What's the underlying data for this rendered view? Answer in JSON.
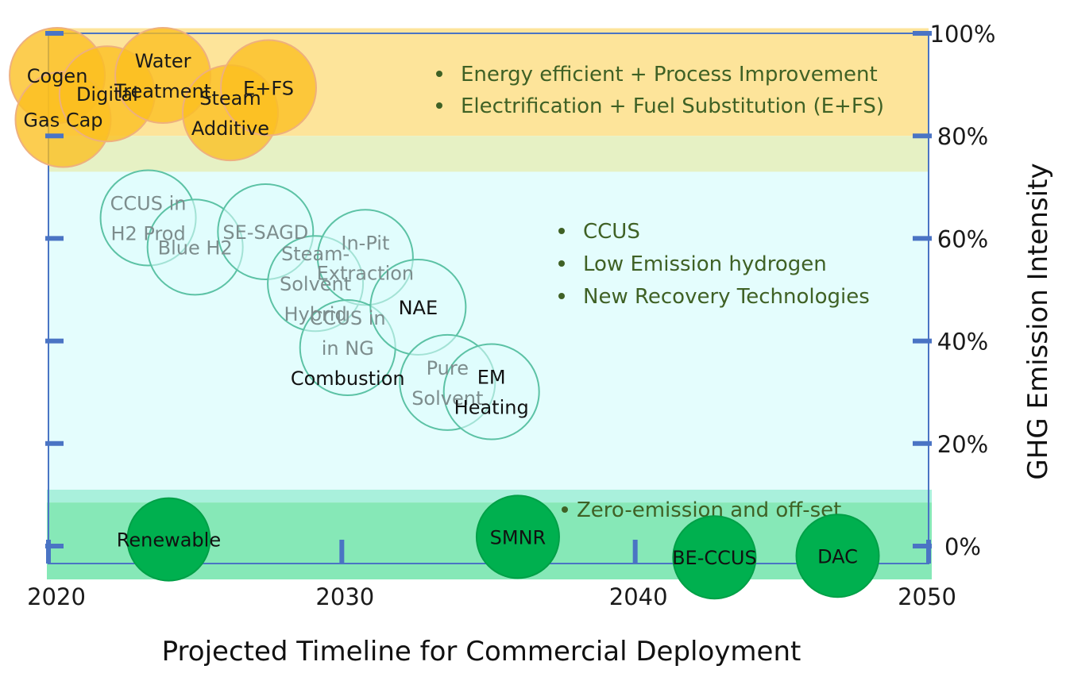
{
  "chart_data": {
    "type": "scatter",
    "title": "",
    "xlabel": "Projected Timeline for Commercial Deployment",
    "ylabel": "GHG Emission Intensity",
    "xlim": [
      2020,
      2050
    ],
    "ylim": [
      -6,
      100
    ],
    "x_ticks": [
      "2020",
      "2030",
      "2040",
      "2050"
    ],
    "y_ticks": [
      "0%",
      "20%",
      "40%",
      "60%",
      "80%",
      "100%"
    ],
    "y_axis_side": "right",
    "bands": [
      {
        "name": "top",
        "y_from": 80,
        "y_to": 101,
        "color": "#fde49a"
      },
      {
        "name": "transition",
        "y_from": 73,
        "y_to": 80,
        "color": "#e6f1c4"
      },
      {
        "name": "middle",
        "y_from": 11,
        "y_to": 73,
        "color": "#e4fdfd"
      },
      {
        "name": "bottom-light",
        "y_from": 8.5,
        "y_to": 11,
        "color": "#a9f0dc"
      },
      {
        "name": "bottom",
        "y_from": -6.5,
        "y_to": 8.5,
        "color": "#86e8b7"
      }
    ],
    "band_bullets": [
      {
        "group": "top",
        "items": [
          "Energy efficient + Process Improvement",
          "Electrification + Fuel Substitution (E+FS)"
        ],
        "color": "#3f6125"
      },
      {
        "group": "middle",
        "items": [
          "CCUS",
          "Low Emission hydrogen",
          "New Recovery Technologies"
        ],
        "color": "#3f6125"
      },
      {
        "group": "bottom",
        "items": [
          "Zero-emission and off-set"
        ],
        "color": "#3f6125"
      }
    ],
    "series": [
      {
        "group": "top",
        "fill": "#fbbf1f",
        "stroke": "#eeb07e",
        "text_color": "#1a1a1a",
        "points": [
          {
            "label": [
              "Cogen"
            ],
            "x": 20.3,
            "y": 91.8
          },
          {
            "label": [
              "Gas Cap"
            ],
            "x": 20.5,
            "y": 83.2
          },
          {
            "label": [
              "Digital"
            ],
            "x": 22.0,
            "y": 88.2
          },
          {
            "label": [
              "Water",
              "Treatment"
            ],
            "x": 23.9,
            "y": 91.8
          },
          {
            "label": [
              "Steam",
              "Additive"
            ],
            "x": 26.2,
            "y": 84.5
          },
          {
            "label": [
              "E+FS"
            ],
            "x": 27.5,
            "y": 89.4
          }
        ]
      },
      {
        "group": "middle",
        "fill": "#dffdfd",
        "stroke": "#5cc2a5",
        "text_color": "#7a8a8a",
        "points": [
          {
            "label": [
              "CCUS in",
              "H2 Prod"
            ],
            "x": 23.4,
            "y": 64.0
          },
          {
            "label": [
              "Blue H2"
            ],
            "x": 25.0,
            "y": 58.3
          },
          {
            "label": [
              "SE-SAGD"
            ],
            "x": 27.4,
            "y": 61.3
          },
          {
            "label": [
              "Steam-",
              "Solvent",
              "Hybrid"
            ],
            "x": 29.1,
            "y": 51.2
          },
          {
            "label": [
              "In-Pit",
              "Extraction"
            ],
            "x": 30.8,
            "y": 56.3
          },
          {
            "label": [
              "CCUS in",
              "in NG",
              "Combustion"
            ],
            "x": 30.2,
            "y": 38.7
          },
          {
            "label": [
              "NAE"
            ],
            "x": 32.6,
            "y": 46.6
          },
          {
            "label": [
              "Pure",
              "Solvent"
            ],
            "x": 33.6,
            "y": 31.9
          },
          {
            "label": [
              "EM",
              "Heating"
            ],
            "x": 35.1,
            "y": 30.1
          }
        ]
      },
      {
        "group": "bottom",
        "fill": "#00b04f",
        "stroke": "#00a047",
        "text_color": "#111111",
        "points": [
          {
            "label": [
              "Renewable"
            ],
            "x": 24.1,
            "y": 1.3
          },
          {
            "label": [
              "SMNR"
            ],
            "x": 36.0,
            "y": 1.8
          },
          {
            "label": [
              "BE-CCUS"
            ],
            "x": 42.7,
            "y": -2.2
          },
          {
            "label": [
              "DAC"
            ],
            "x": 46.9,
            "y": -1.9
          }
        ]
      }
    ]
  }
}
